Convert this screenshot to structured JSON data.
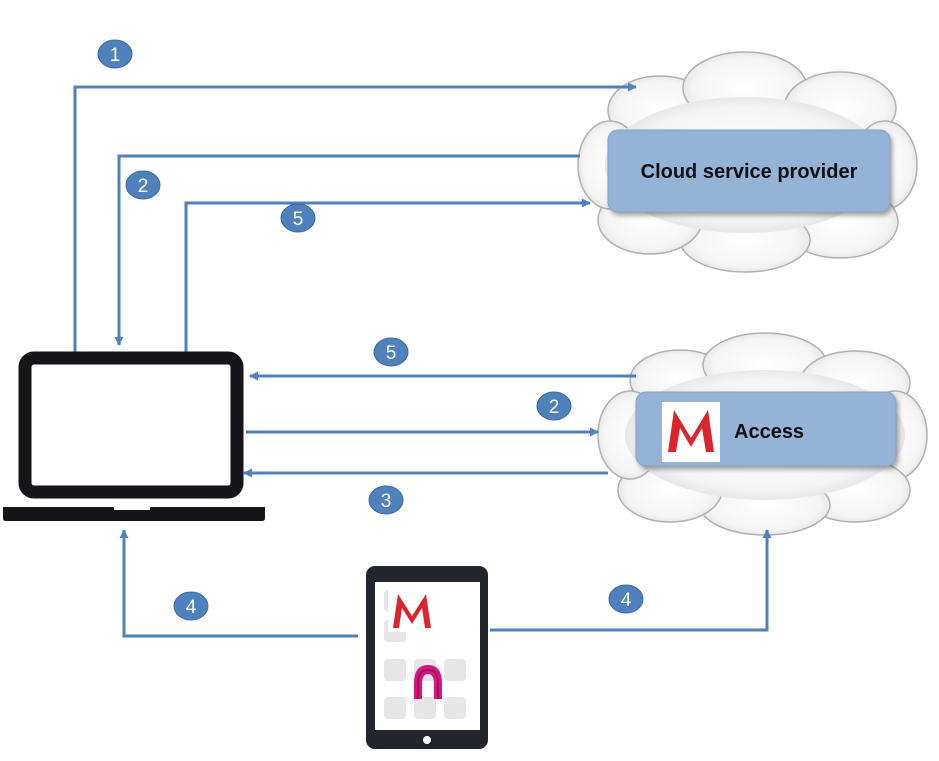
{
  "cloud_provider": {
    "label": "Cloud service provider"
  },
  "access": {
    "label": "Access"
  },
  "steps": {
    "s1": "1",
    "s2_top": "2",
    "s5_top": "5",
    "s5_bottom": "5",
    "s2_bottom": "2",
    "s3": "3",
    "s4_left": "4",
    "s4_right": "4"
  },
  "colors": {
    "arrow": "#4f81bd",
    "box_fill": "#95b3d7",
    "badge": "#4f81bd",
    "device": "#16161a",
    "logo_red": "#d9262e",
    "app_magenta": "#d6157f"
  },
  "icons": [
    "cloud-icon",
    "laptop-icon",
    "tablet-icon",
    "mobileiron-logo-icon",
    "app-logo-icon"
  ]
}
